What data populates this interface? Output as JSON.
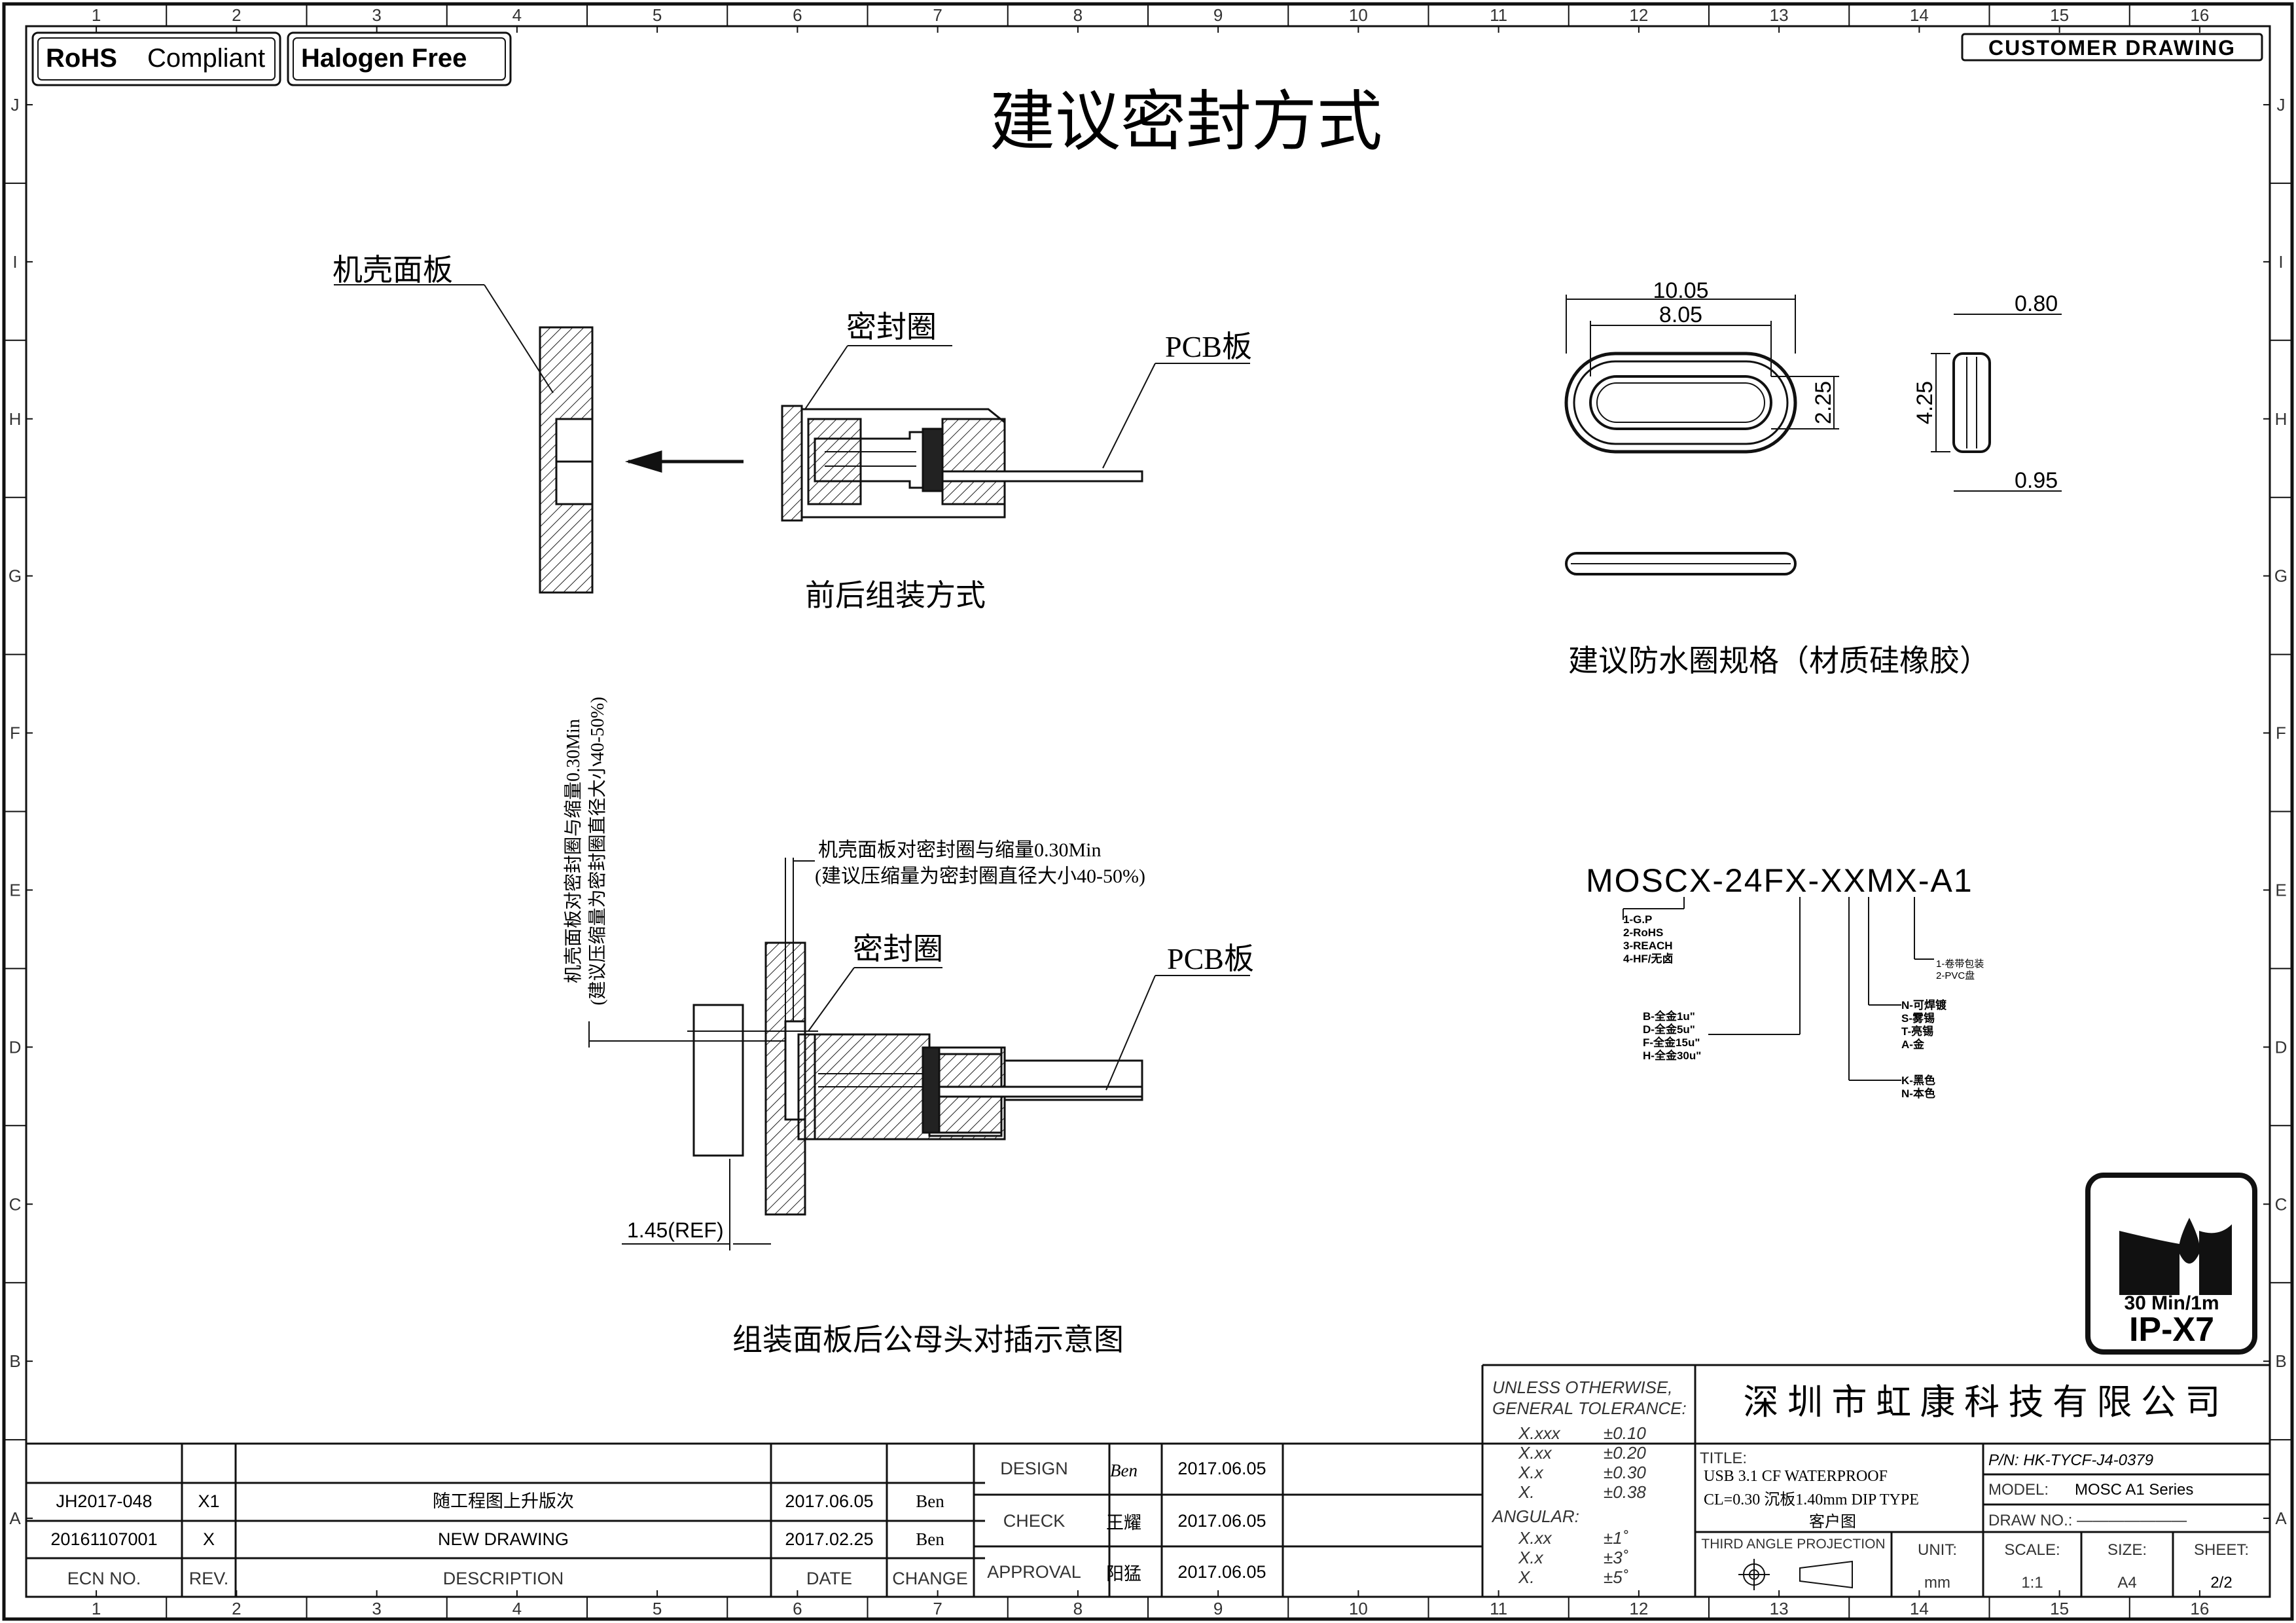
{
  "badges": {
    "rohs_bold": "RoHS",
    "rohs_rest": "Compliant",
    "halogen": "Halogen Free",
    "customer": "CUSTOMER DRAWING"
  },
  "grid": {
    "cols": [
      "1",
      "2",
      "3",
      "4",
      "5",
      "6",
      "7",
      "8",
      "9",
      "10",
      "11",
      "12",
      "13",
      "14",
      "15",
      "16"
    ],
    "rows": [
      "J",
      "I",
      "H",
      "G",
      "F",
      "E",
      "D",
      "C",
      "B",
      "A"
    ]
  },
  "title": "建议密封方式",
  "view1": {
    "panel": "机壳面板",
    "seal": "密封圈",
    "pcb": "PCB板",
    "caption": "前后组装方式"
  },
  "spec": {
    "d1": "10.05",
    "d2": "8.05",
    "d3": "2.25",
    "d4": "4.25",
    "d5": "0.80",
    "d6": "0.95",
    "caption": "建议防水圈规格（材质硅橡胶）"
  },
  "view2": {
    "note1": "机壳面板对密封圈与缩量0.30Min",
    "note2": "(建议压缩量为密封圈直径大小40-50%)",
    "vnote1": "机壳面板对密封圈与缩量0.30Min",
    "vnote2": "(建议压缩量为密封圈直径大小40-50%)",
    "seal": "密封圈",
    "pcb": "PCB板",
    "ref": "1.45(REF)",
    "caption": "组装面板后公母头对插示意图"
  },
  "partno": {
    "code": "MOSCX-24FX-XXMX-A1",
    "opt1": [
      "1-G.P",
      "2-RoHS",
      "3-REACH",
      "4-HF/无卤"
    ],
    "opt2": [
      "B-全金1u\"",
      "D-全金5u\"",
      "F-全金15u\"",
      "H-全金30u\""
    ],
    "opt3": [
      "N-可焊镀",
      "S-雾锡",
      "T-亮锡",
      "A-金"
    ],
    "opt4": [
      "K-黑色",
      "N-本色"
    ],
    "opt5": [
      "1-卷带包装",
      "2-PVC盘"
    ]
  },
  "ipx": {
    "line1": "30 Min/1m",
    "line2": "IP-X7"
  },
  "rev_table": {
    "headers": {
      "ecn": "ECN NO.",
      "rev": "REV.",
      "desc": "DESCRIPTION",
      "date": "DATE",
      "change": "CHANGE"
    },
    "rows": [
      {
        "ecn": "JH2017-048",
        "rev": "X1",
        "desc": "随工程图上升版次",
        "date": "2017.06.05",
        "change": "Ben"
      },
      {
        "ecn": "20161107001",
        "rev": "X",
        "desc": "NEW DRAWING",
        "date": "2017.02.25",
        "change": "Ben"
      }
    ]
  },
  "approvals": [
    {
      "label": "DESIGN",
      "name": "Ben",
      "date": "2017.06.05"
    },
    {
      "label": "CHECK",
      "name": "王耀",
      "date": "2017.06.05"
    },
    {
      "label": "APPROVAL",
      "name": "阳猛",
      "date": "2017.06.05"
    }
  ],
  "tolerance": {
    "head1": "UNLESS OTHERWISE,",
    "head2": "GENERAL TOLERANCE:",
    "rows": [
      {
        "k": "X.xxx",
        "v": "±0.10"
      },
      {
        "k": "X.xx",
        "v": "±0.20"
      },
      {
        "k": "X.x",
        "v": "±0.30"
      },
      {
        "k": "X.",
        "v": "±0.38"
      }
    ],
    "angular": "ANGULAR:",
    "arows": [
      {
        "k": "X.xx",
        "v": "±1˚"
      },
      {
        "k": "X.x",
        "v": "±3˚"
      },
      {
        "k": "X.",
        "v": "±5˚"
      }
    ]
  },
  "company": "深 圳 市 虹 康 科 技 有 限 公 司",
  "titleblock": {
    "title_label": "TITLE:",
    "line1": "USB 3.1 CF WATERPROOF",
    "line2": "CL=0.30 沉板1.40mm DIP TYPE",
    "line3": "客户图",
    "pn": "P/N:  HK-TYCF-J4-0379",
    "model_label": "MODEL:",
    "model": "MOSC A1 Series",
    "drawno": "DRAW NO.: ———————",
    "projection": "THIRD ANGLE PROJECTION",
    "unit_label": "UNIT:",
    "unit": "mm",
    "scale_label": "SCALE:",
    "scale": "1:1",
    "size_label": "SIZE:",
    "size": "A4",
    "sheet_label": "SHEET:",
    "sheet": "2/2"
  }
}
